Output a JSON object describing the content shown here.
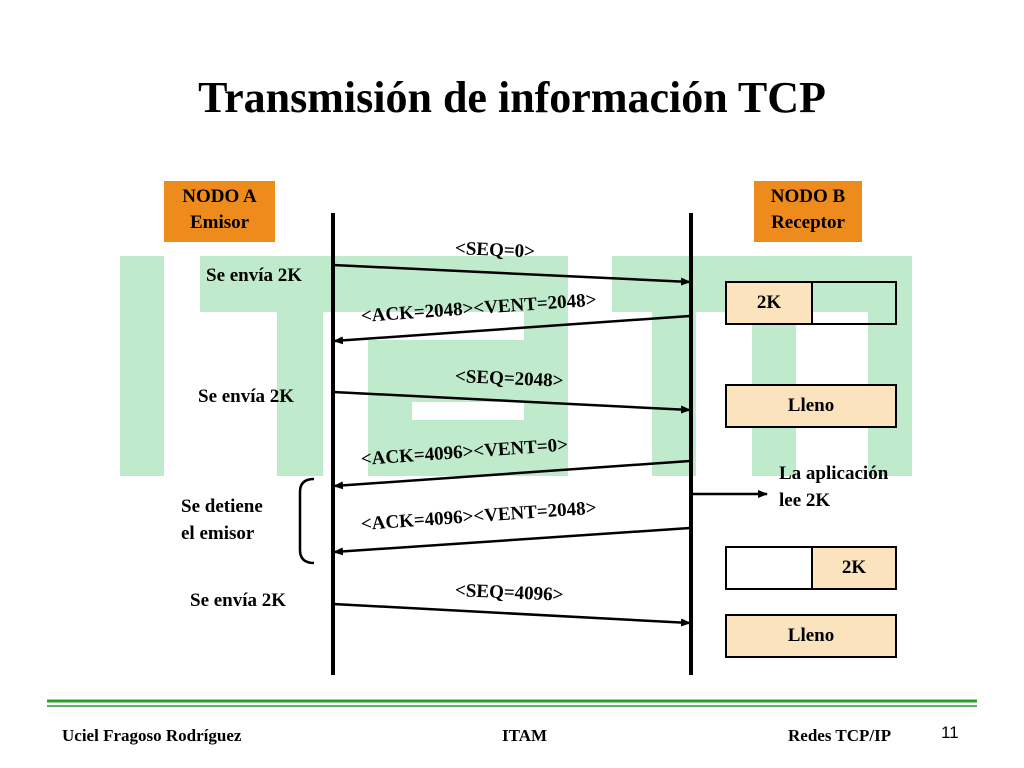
{
  "slide": {
    "title": "Transmisión de información TCP",
    "page_number": "11"
  },
  "nodes": {
    "a": {
      "line1": "NODO A",
      "line2": "Emisor"
    },
    "b": {
      "line1": "NODO B",
      "line2": "Receptor"
    }
  },
  "side_labels": {
    "send1": "Se envía 2K",
    "send2": "Se envía 2K",
    "pause_line1": "Se detiene",
    "pause_line2": "el emisor",
    "send3": "Se envía 2K",
    "app_line1": "La aplicación",
    "app_line2": "lee 2K"
  },
  "messages": {
    "seq0": "<SEQ=0>",
    "ack2048": "<ACK=2048><VENT=2048>",
    "seq2048": "<SEQ=2048>",
    "ack4096_0": "<ACK=4096><VENT=0>",
    "ack4096_2048": "<ACK=4096><VENT=2048>",
    "seq4096": "<SEQ=4096>"
  },
  "buffers": {
    "b1_left": "2K",
    "b2": "Lleno",
    "b3_right": "2K",
    "b4": "Lleno"
  },
  "footer": {
    "author": "Uciel Fragoso Rodríguez",
    "institution": "ITAM",
    "course": "Redes TCP/IP"
  },
  "colors": {
    "node_fill": "#ee8b1d",
    "buffer_fill": "#fbe3bd",
    "watermark": "#bfeacc",
    "footer_rule": "#2f9b2f"
  }
}
